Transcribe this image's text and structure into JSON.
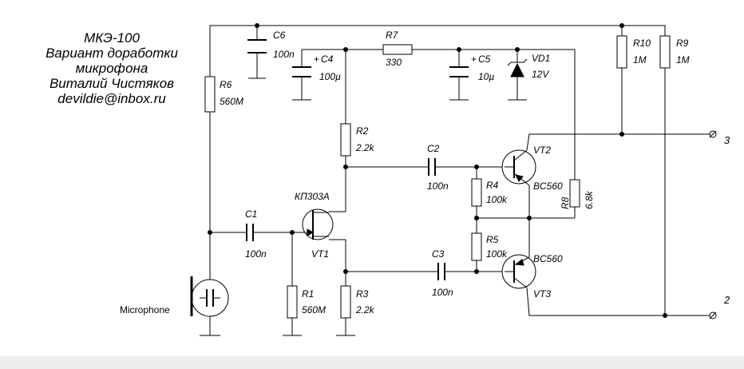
{
  "title": {
    "lines": [
      "МКЭ-100",
      "Вариант доработки",
      "микрофона",
      "Виталий Чистяков",
      "devildie@inbox.ru"
    ]
  },
  "components": {
    "R1": {
      "ref": "R1",
      "value": "560M"
    },
    "R2": {
      "ref": "R2",
      "value": "2.2k"
    },
    "R3": {
      "ref": "R3",
      "value": "2.2k"
    },
    "R4": {
      "ref": "R4",
      "value": "100k"
    },
    "R5": {
      "ref": "R5",
      "value": "100k"
    },
    "R6": {
      "ref": "R6",
      "value": "560M"
    },
    "R7": {
      "ref": "R7",
      "value": "330"
    },
    "R8": {
      "ref": "R8",
      "value": "6.8k"
    },
    "R9": {
      "ref": "R9",
      "value": "1M"
    },
    "R10": {
      "ref": "R10",
      "value": "1M"
    },
    "C1": {
      "ref": "C1",
      "value": "100n"
    },
    "C2": {
      "ref": "C2",
      "value": "100n"
    },
    "C3": {
      "ref": "C3",
      "value": "100n"
    },
    "C4": {
      "ref": "C4",
      "value": "100µ"
    },
    "C5": {
      "ref": "C5",
      "value": "10µ"
    },
    "C6": {
      "ref": "C6",
      "value": "100n"
    },
    "VD1": {
      "ref": "VD1",
      "value": "12V"
    },
    "VT1": {
      "ref": "VT1",
      "type": "КП303А"
    },
    "VT2": {
      "ref": "VT2",
      "type": "BC560"
    },
    "VT3": {
      "ref": "VT3",
      "type": "BC560"
    },
    "mic": {
      "label": "Microphone"
    }
  },
  "terminals": {
    "t3": "3",
    "t2": "2"
  },
  "colors": {
    "line": "#000000",
    "background": "#ffffff",
    "footer": "#eeeeee"
  }
}
